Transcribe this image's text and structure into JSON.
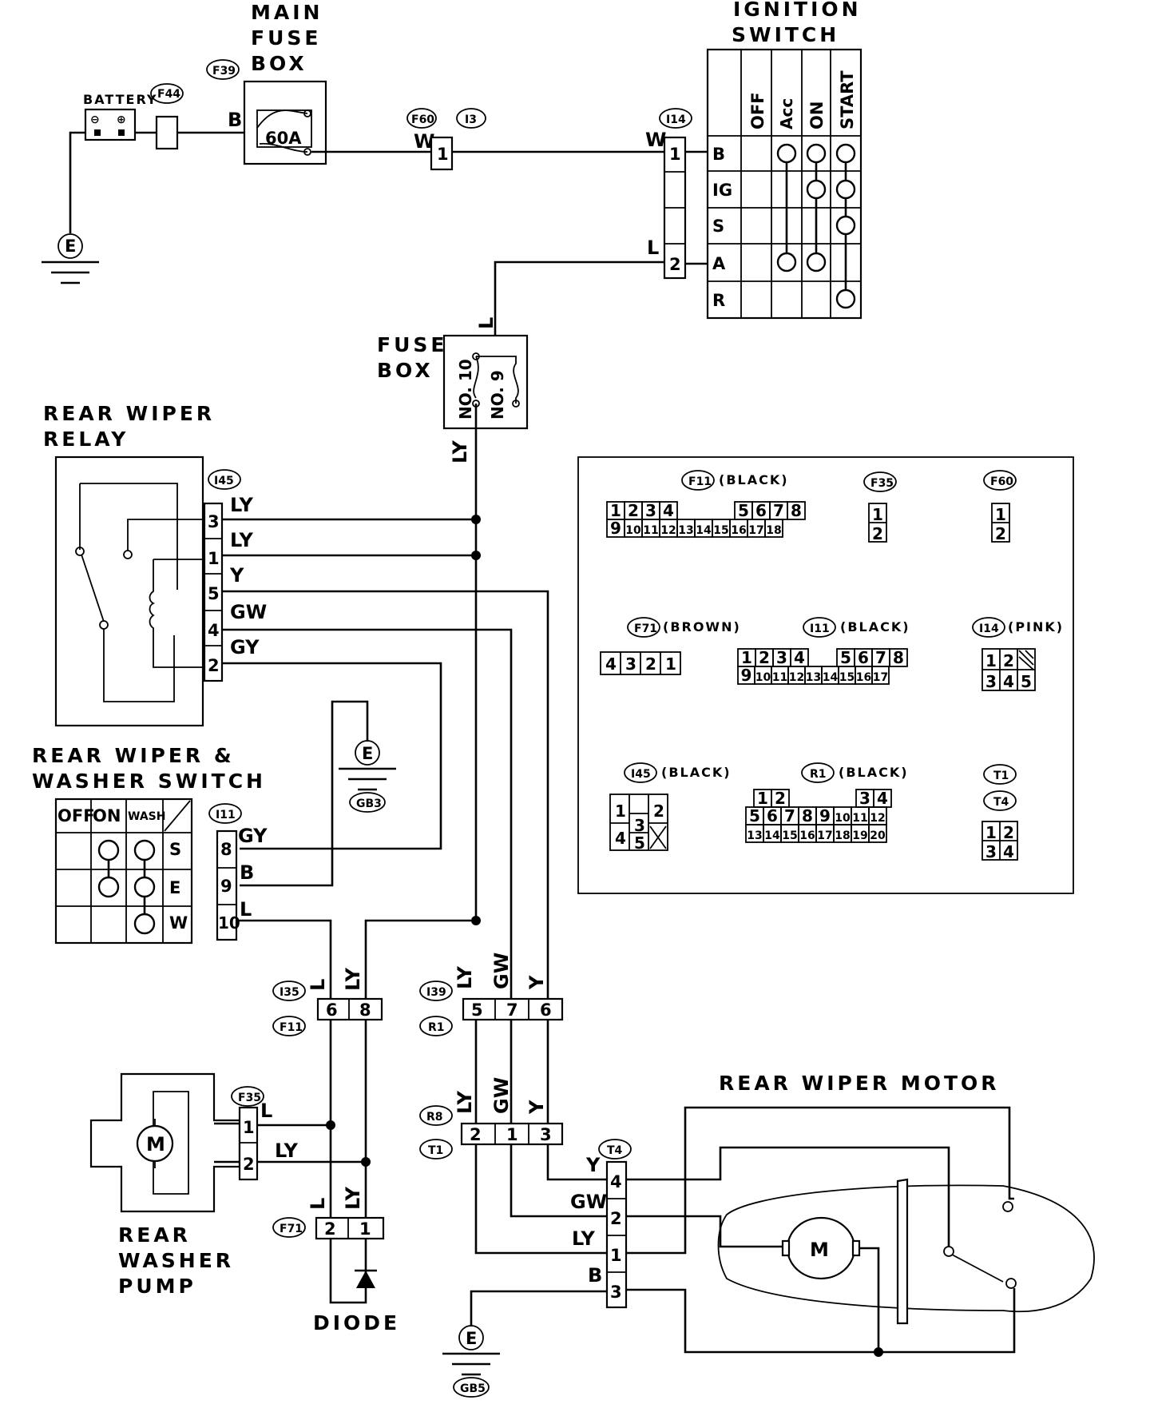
{
  "components": {
    "battery": "BATTERY",
    "main_fuse_box": [
      "MAIN",
      "FUSE",
      "BOX"
    ],
    "main_fuse_value": "60A",
    "ignition_switch": [
      "IGNITION",
      "SWITCH"
    ],
    "fuse_box": [
      "FUSE",
      "BOX"
    ],
    "fuse_no10": "NO. 10",
    "fuse_no9": "NO. 9",
    "rear_wiper_relay": [
      "REAR WIPER",
      "RELAY"
    ],
    "rear_wiper_washer_switch": [
      "REAR WIPER &",
      "WASHER SWITCH"
    ],
    "rear_wiper_motor": "REAR WIPER MOTOR",
    "rear_washer_pump": [
      "REAR",
      "WASHER",
      "PUMP"
    ],
    "diode": "DIODE",
    "motor_symbol": "M",
    "ground_symbol": "E"
  },
  "connector_ids": {
    "f44": "F44",
    "f39": "F39",
    "f60": "F60",
    "i3": "I3",
    "i14": "I14",
    "i45": "I45",
    "i11": "I11",
    "i35": "I35",
    "f11": "F11",
    "i39": "I39",
    "r1": "R1",
    "f35": "F35",
    "r8": "R8",
    "t1": "T1",
    "t4": "T4",
    "f71": "F71",
    "gb3": "GB3",
    "gb5": "GB5"
  },
  "ignition_table": {
    "columns": [
      "OFF",
      "Acc",
      "ON",
      "START"
    ],
    "rows": [
      "B",
      "IG",
      "S",
      "A",
      "R"
    ]
  },
  "switch_table": {
    "columns": [
      "OFF",
      "ON",
      "WASH"
    ],
    "rows": [
      "S",
      "E",
      "W"
    ]
  },
  "wire_colors": {
    "b_battery": "B",
    "w_f60": "W",
    "w_i14": "W",
    "l_i14": "L",
    "l_fuse": "L",
    "ly_fuse": "LY",
    "i45_pin3": "LY",
    "i45_pin1": "LY",
    "i45_pin5": "Y",
    "i45_pin4": "GW",
    "i45_pin2": "GY",
    "i11_pin8": "GY",
    "i11_pin9": "B",
    "i11_pin10": "L",
    "i35_l": "L",
    "i35_ly": "LY",
    "i39_ly": "LY",
    "i39_gw": "GW",
    "i39_y": "Y",
    "r8_ly": "LY",
    "r8_gw": "GW",
    "r8_y": "Y",
    "f35_l": "L",
    "f35_ly": "LY",
    "f71_l": "L",
    "f71_ly": "LY",
    "t4_y": "Y",
    "t4_gw": "GW",
    "t4_ly": "LY",
    "t4_b": "B"
  },
  "pins": {
    "f60": "1",
    "i14_a": "1",
    "i14_b": "2",
    "i45": [
      "3",
      "1",
      "5",
      "4",
      "2"
    ],
    "i11": [
      "8",
      "9",
      "10"
    ],
    "i35": [
      "6",
      "8"
    ],
    "i39": [
      "5",
      "7",
      "6"
    ],
    "r8": [
      "2",
      "1",
      "3"
    ],
    "f35": [
      "1",
      "2"
    ],
    "f71": [
      "2",
      "1"
    ],
    "t4": [
      "4",
      "2",
      "1",
      "3"
    ]
  },
  "legend": {
    "f11": {
      "id": "F11",
      "color": "(BLACK)",
      "top": [
        "1",
        "2",
        "3",
        "4",
        "5",
        "6",
        "7",
        "8"
      ],
      "bottom": [
        "9",
        "10",
        "11",
        "12",
        "13",
        "14",
        "15",
        "16",
        "17",
        "18"
      ]
    },
    "f35": {
      "id": "F35",
      "pins": [
        "1",
        "2"
      ]
    },
    "f60": {
      "id": "F60",
      "pins": [
        "1",
        "2"
      ]
    },
    "f71": {
      "id": "F71",
      "color": "(BROWN)",
      "pins": [
        "4",
        "3",
        "2",
        "1"
      ]
    },
    "i11": {
      "id": "I11",
      "color": "(BLACK)",
      "top": [
        "1",
        "2",
        "3",
        "4",
        "5",
        "6",
        "7",
        "8"
      ],
      "bottom": [
        "9",
        "10",
        "11",
        "12",
        "13",
        "14",
        "15",
        "16",
        "17"
      ]
    },
    "i14": {
      "id": "I14",
      "color": "(PINK)",
      "top": [
        "1",
        "2"
      ],
      "bottom": [
        "3",
        "4",
        "5"
      ]
    },
    "i45": {
      "id": "I45",
      "color": "(BLACK)",
      "pins": [
        "1",
        "2",
        "3",
        "4",
        "5"
      ]
    },
    "r1": {
      "id": "R1",
      "color": "(BLACK)",
      "top": [
        "1",
        "2",
        "3",
        "4"
      ],
      "middle": [
        "5",
        "6",
        "7",
        "8",
        "9",
        "10",
        "11",
        "12"
      ],
      "bottom": [
        "13",
        "14",
        "15",
        "16",
        "17",
        "18",
        "19",
        "20"
      ]
    },
    "t1": {
      "id": "T1"
    },
    "t4": {
      "id": "T4",
      "pins": [
        "1",
        "2",
        "3",
        "4"
      ]
    }
  }
}
